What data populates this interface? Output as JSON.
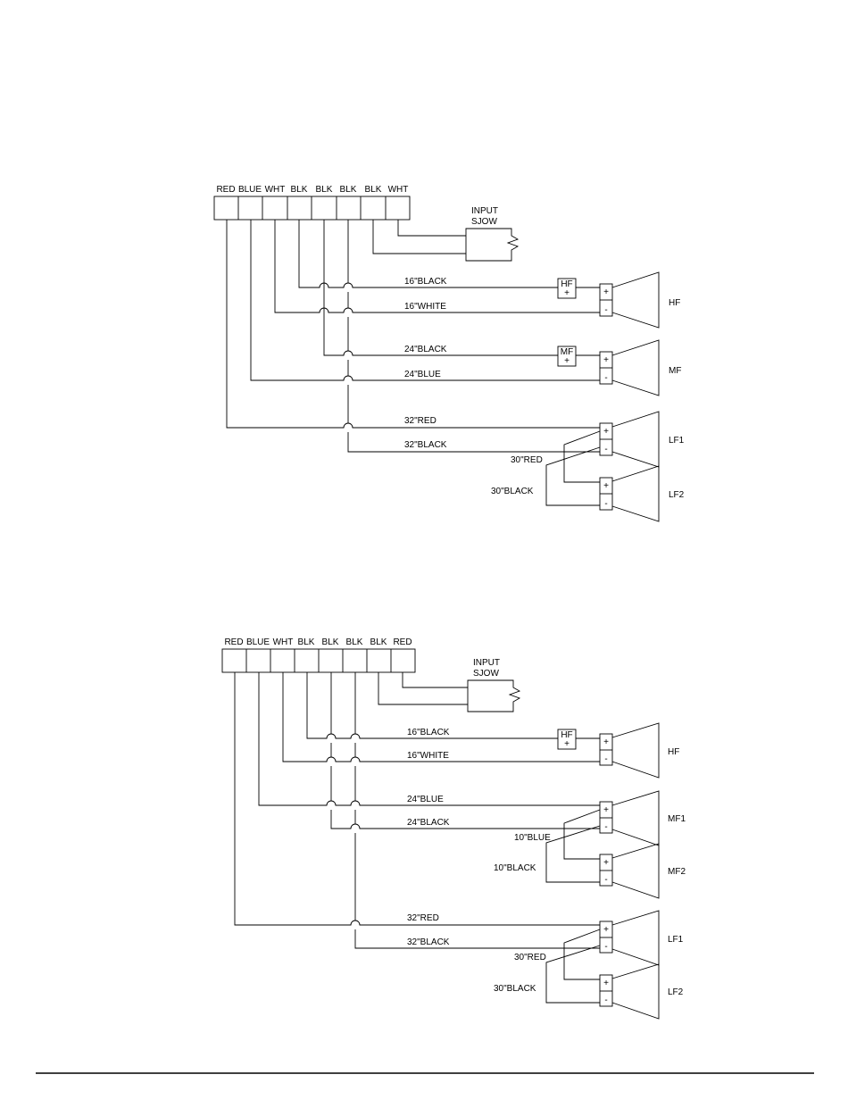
{
  "diagram1": {
    "terminal_labels": [
      "RED",
      "BLUE",
      "WHT",
      "BLK",
      "BLK",
      "BLK",
      "BLK",
      "WHT"
    ],
    "input_label": [
      "INPUT",
      "SJOW"
    ],
    "wires": {
      "hf_pos": "16\"BLACK",
      "hf_neg": "16\"WHITE",
      "mf_pos": "24\"BLACK",
      "mf_neg": "24\"BLUE",
      "lf_pos": "32\"RED",
      "lf_neg": "32\"BLACK",
      "jumper_red": "30\"RED",
      "jumper_black": "30\"BLACK"
    },
    "crossovers": {
      "hf": [
        "HF",
        "+"
      ],
      "mf": [
        "MF",
        "+"
      ]
    },
    "speakers": [
      "HF",
      "MF",
      "LF1",
      "LF2"
    ]
  },
  "diagram2": {
    "terminal_labels": [
      "RED",
      "BLUE",
      "WHT",
      "BLK",
      "BLK",
      "BLK",
      "BLK",
      "RED"
    ],
    "input_label": [
      "INPUT",
      "SJOW"
    ],
    "wires": {
      "hf_pos": "16\"BLACK",
      "hf_neg": "16\"WHITE",
      "mf_pos": "24\"BLUE",
      "mf_neg": "24\"BLACK",
      "mf_jumper_blue": "10\"BLUE",
      "mf_jumper_black": "10\"BLACK",
      "lf_pos": "32\"RED",
      "lf_neg": "32\"BLACK",
      "lf_jumper_red": "30\"RED",
      "lf_jumper_black": "30\"BLACK"
    },
    "crossovers": {
      "hf": [
        "HF",
        "+"
      ]
    },
    "speakers": [
      "HF",
      "MF1",
      "MF2",
      "LF1",
      "LF2"
    ]
  },
  "terminal_signs": {
    "plus": "+",
    "minus": "-"
  }
}
